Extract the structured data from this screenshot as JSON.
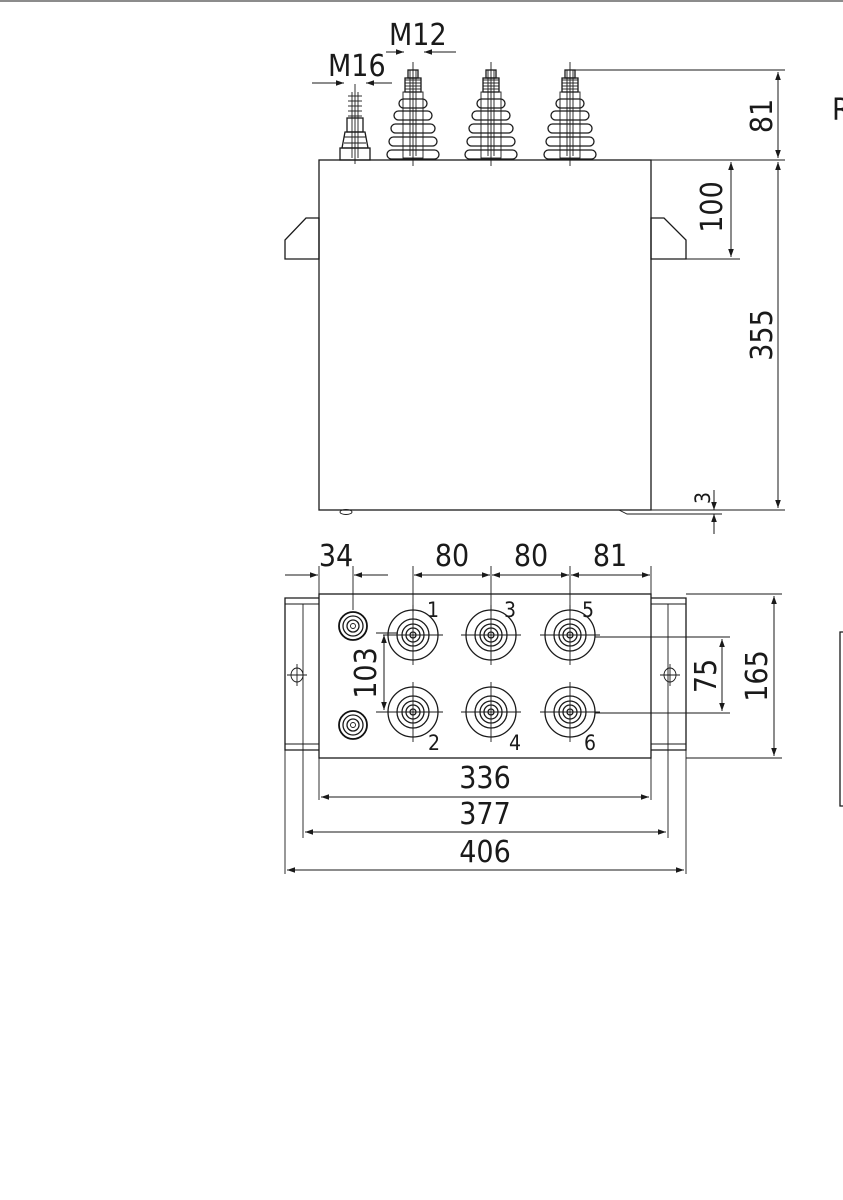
{
  "front_view": {
    "thread_labels": [
      "M12",
      "M16"
    ],
    "dims": {
      "bushing_height": "81",
      "tab_offset": "100",
      "body_height": "355",
      "base_gap": "3"
    },
    "edge_letter": "R"
  },
  "top_view": {
    "dims_top": [
      "34",
      "80",
      "80",
      "81"
    ],
    "dims_side": {
      "row_pitch": "103",
      "bushing_pitch": "75",
      "depth": "165"
    },
    "dims_bottom": [
      "336",
      "377",
      "406"
    ],
    "terminal_numbers": [
      "1",
      "2",
      "3",
      "4",
      "5",
      "6"
    ]
  },
  "colors": {
    "line": "#1a1a1a",
    "paper": "#ffffff",
    "bushing_gray": "#f2f2f2"
  }
}
